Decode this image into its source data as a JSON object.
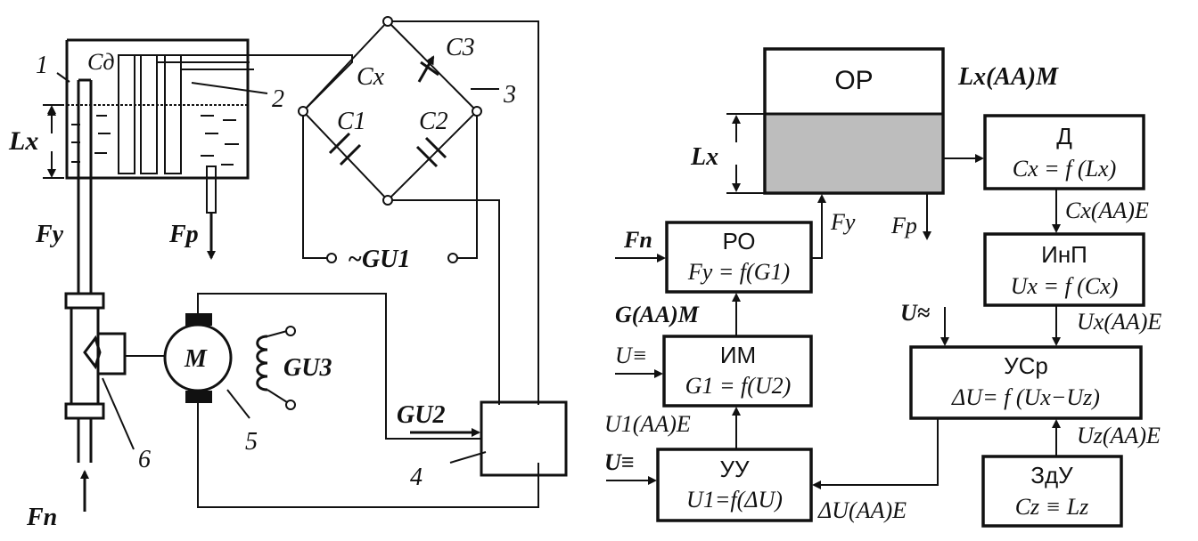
{
  "left_diagram": {
    "labels": {
      "n1": "1",
      "n2": "2",
      "n3": "3",
      "n4": "4",
      "n5": "5",
      "n6": "6",
      "cd": "Cд",
      "cx": "Cx",
      "c1": "C1",
      "c2": "C2",
      "c3": "C3",
      "lx": "Lx",
      "fy": "Fy",
      "fp": "Fр",
      "fn": "Fп",
      "gu1": "~GU1",
      "gu2": "GU2",
      "gu3": "GU3",
      "motor": "M"
    }
  },
  "right_diagram": {
    "blocks": {
      "or": {
        "title": "ОР"
      },
      "d": {
        "title": "Д",
        "formula": "Cx = f (Lx)"
      },
      "inp": {
        "title": "ИнП",
        "formula": "Ux = f (Cx)"
      },
      "ro": {
        "title": "РО",
        "formula": "Fy = f(G1)"
      },
      "im": {
        "title": "ИМ",
        "formula": "G1 = f(U2)"
      },
      "uy": {
        "title": "УУ",
        "formula": "U1=f(ΔU)"
      },
      "usr": {
        "title": "УСр",
        "formula": "ΔU= f (Ux−Uz)"
      },
      "zdu": {
        "title": "ЗдУ",
        "formula": "Cz ≡ Lz"
      }
    },
    "labels": {
      "lx_am": "Lx(AA)M",
      "lx": "Lx",
      "fy": "Fy",
      "fp": "Fр",
      "fn": "Fп",
      "cx_ae": "Cx(AA)E",
      "ux_ae": "Ux(AA)E",
      "uz_ae": "Uz(AA)E",
      "u_approx": "U≈",
      "g_am": "G(AA)M",
      "u_eq1": "U≡",
      "u1_ae": "U1(AA)E",
      "u_eq2": "U≡",
      "du_ae": "ΔU(AA)E"
    }
  }
}
